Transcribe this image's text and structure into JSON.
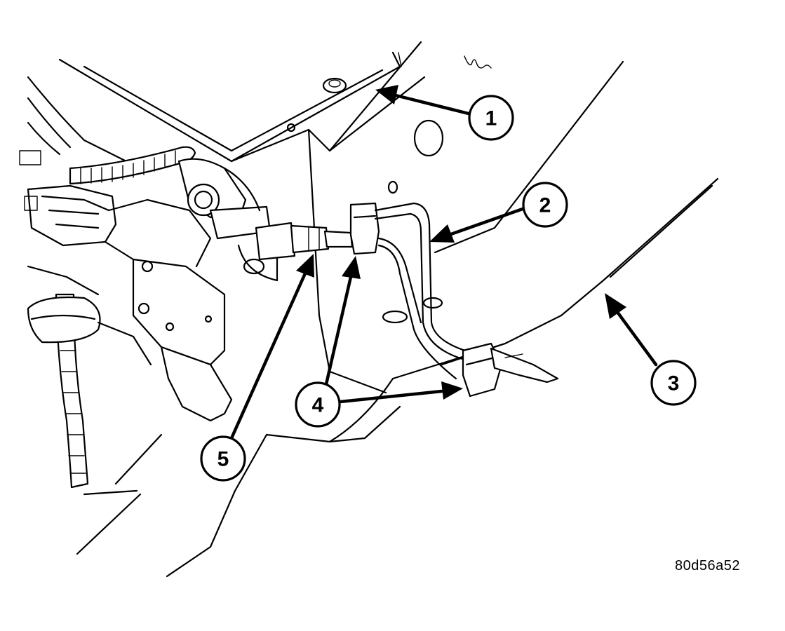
{
  "callouts": [
    {
      "label": "1"
    },
    {
      "label": "2"
    },
    {
      "label": "3"
    },
    {
      "label": "4"
    },
    {
      "label": "5"
    }
  ],
  "figure_code": "80d56a52"
}
